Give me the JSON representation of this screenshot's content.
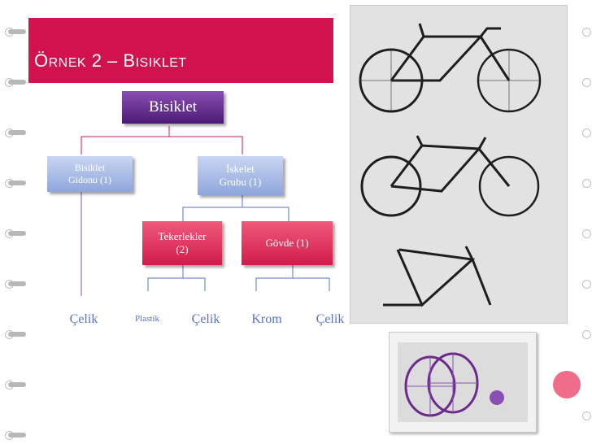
{
  "slide": {
    "title_first_big": "Ö",
    "title_first_rest": "RNEK",
    "title_mid": " 2 – ",
    "title_second_big": "B",
    "title_second_rest": "ISIKLET"
  },
  "diagram": {
    "root": "Bisiklet",
    "handlebar": "Bisiklet\nGidonu (1)",
    "frame_group": "İskelet\nGrubu (1)",
    "wheels": "Tekerlekler\n(2)",
    "body": "Gövde (1)",
    "leaves": [
      "Çelik",
      "Plastik",
      "Çelik",
      "Krom",
      "Çelik"
    ]
  },
  "images": [
    {
      "name": "bicycle-drawings",
      "description_icon": "bicycle-icon"
    },
    {
      "name": "wheels-photo",
      "description_icon": "wheel-icon"
    }
  ],
  "colors": {
    "accent": "#d0134e",
    "root_box": "#5d2a86",
    "blue_box": "#9fb3e3",
    "red_box": "#e83a63",
    "leaf_text": "#5a72c8"
  }
}
